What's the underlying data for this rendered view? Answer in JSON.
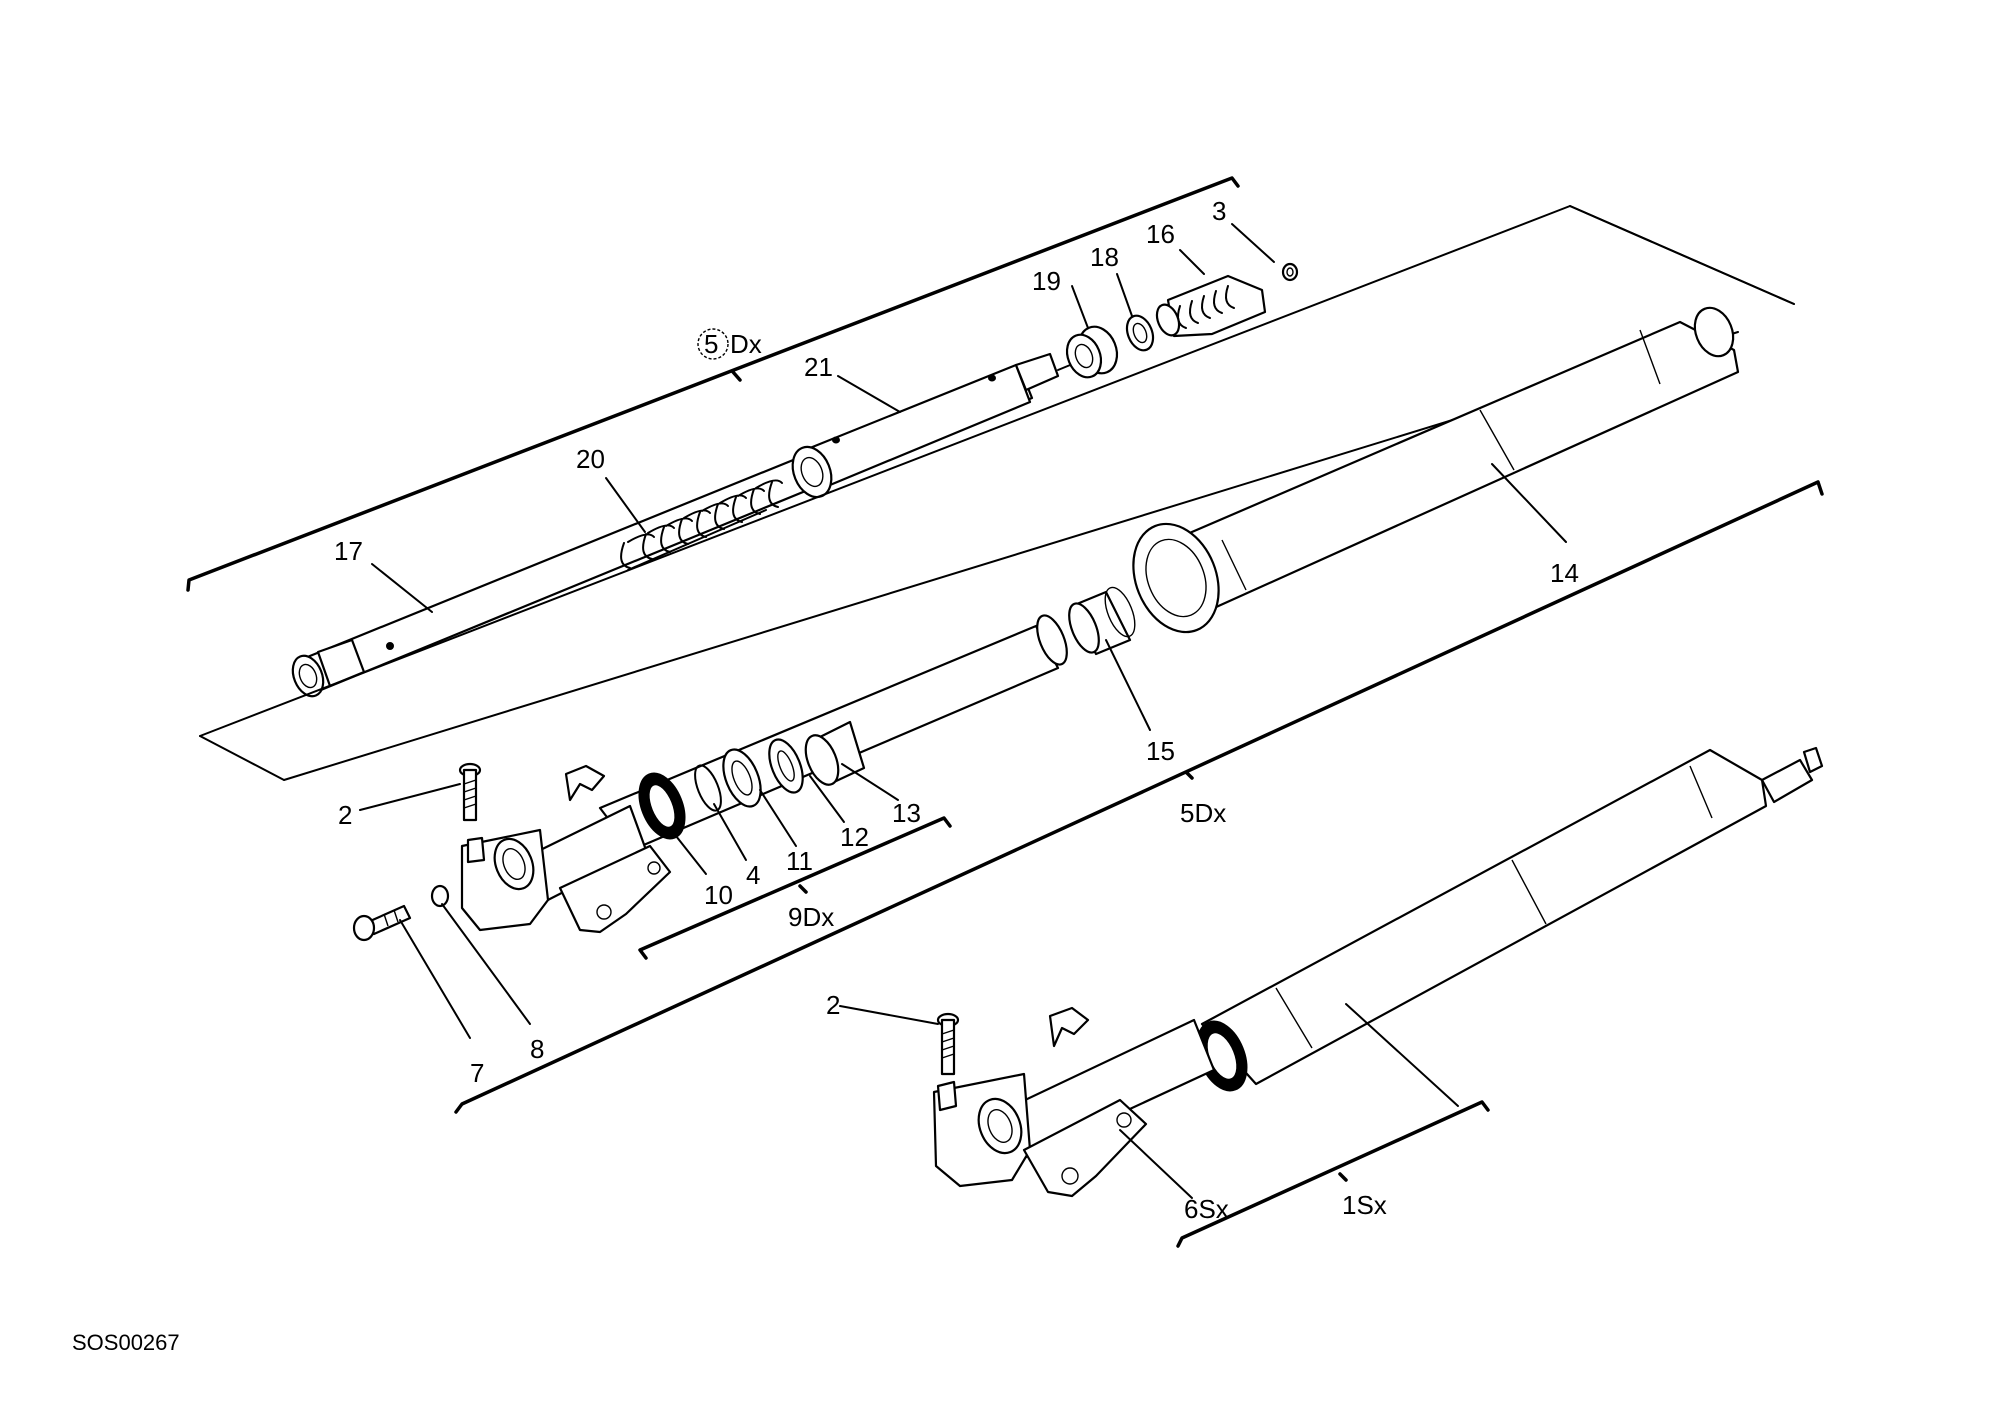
{
  "drawing_code": "SOS00267",
  "labels": {
    "l1": "1Sx",
    "l2a": "2",
    "l2b": "2",
    "l3": "3",
    "l4": "4",
    "l5a": "5Dx",
    "l5b": "5",
    "l5b_suffix": "Dx",
    "l6": "6Sx",
    "l7": "7",
    "l8": "8",
    "l9": "9Dx",
    "l10": "10",
    "l11": "11",
    "l12": "12",
    "l13": "13",
    "l14": "14",
    "l15": "15",
    "l16": "16",
    "l17": "17",
    "l18": "18",
    "l19": "19",
    "l20": "20",
    "l21": "21"
  }
}
